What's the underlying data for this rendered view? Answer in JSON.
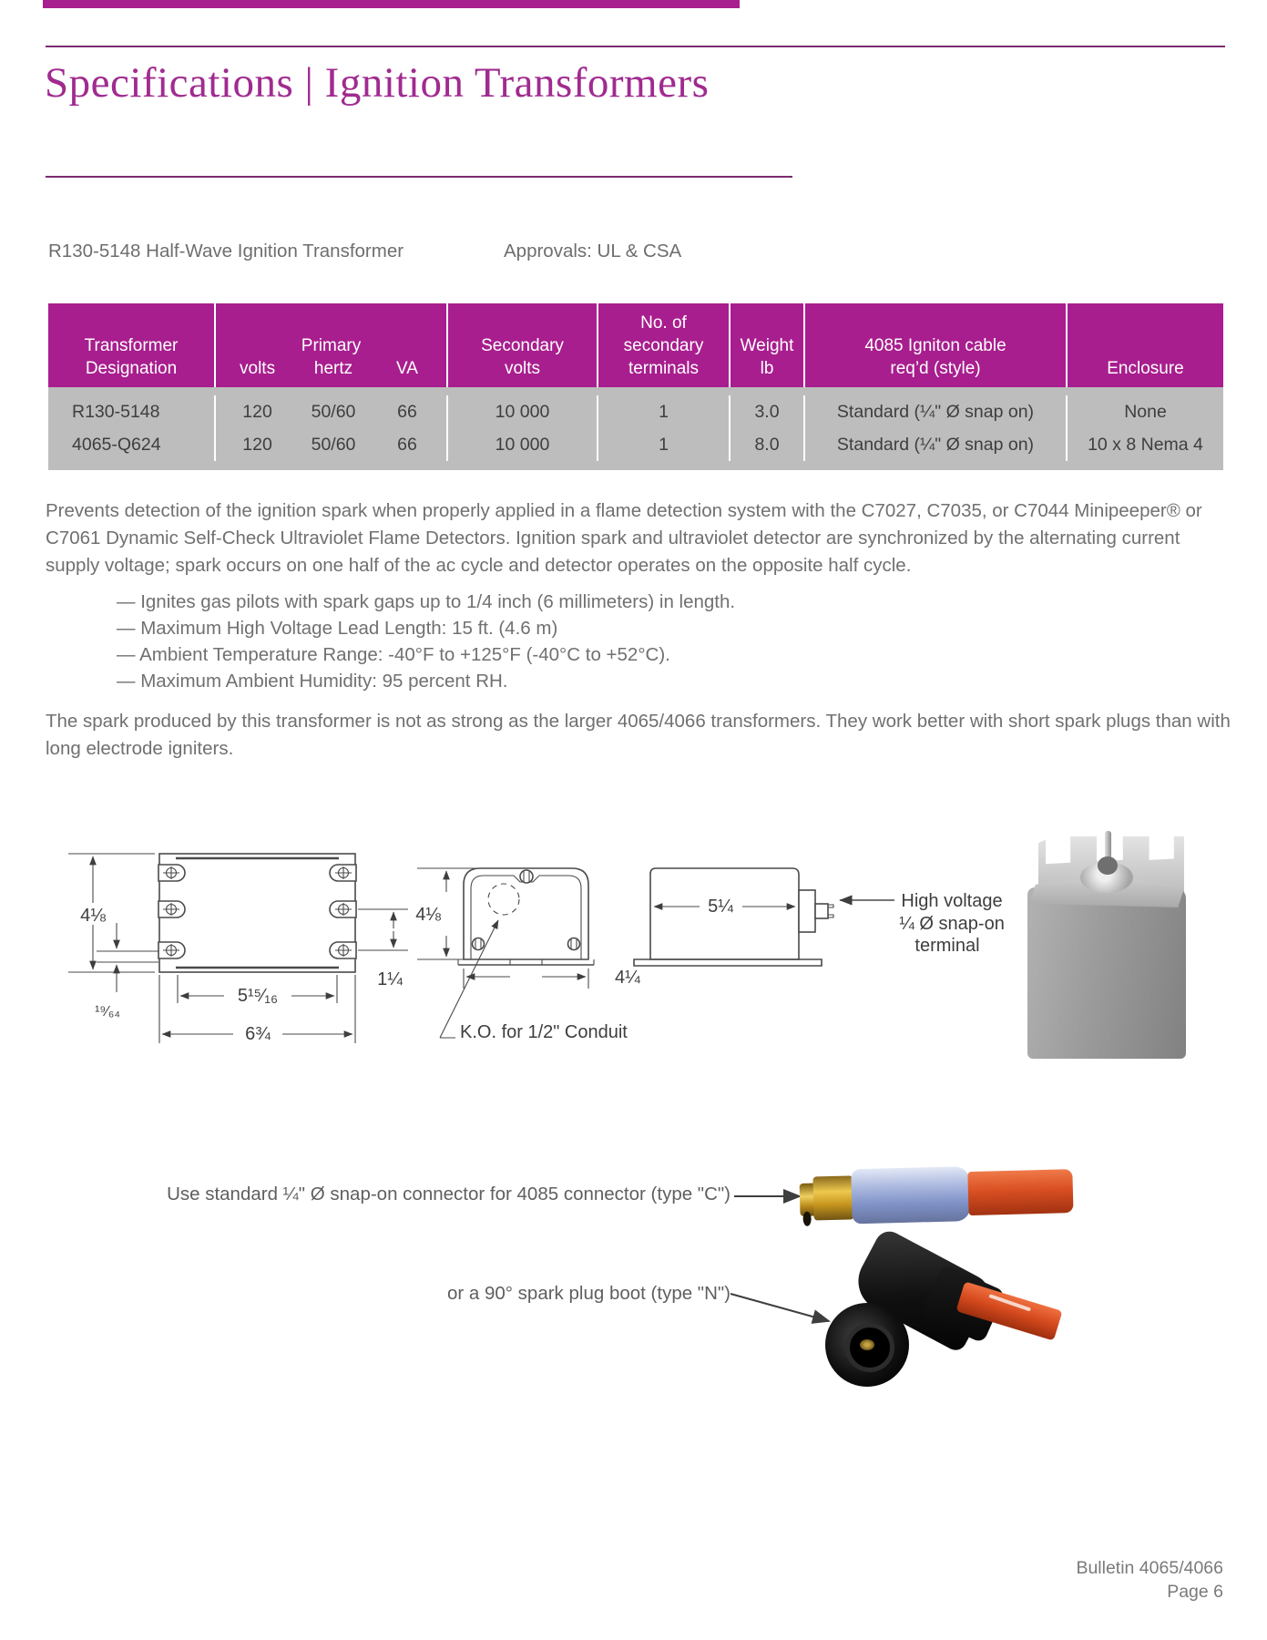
{
  "page": {
    "title": "Specifications | Ignition Transformers",
    "subtitle_left": "R130-5148 Half-Wave Ignition Transformer",
    "subtitle_right": "Approvals: UL & CSA",
    "footer_line1": "Bulletin 4065/4066",
    "footer_line2": "Page 6"
  },
  "colors": {
    "magenta_header": "#a81e8e",
    "title_magenta": "#a02b90",
    "rule_purple": "#7c2a6f",
    "table_row_gray": "#bdbdbd",
    "body_text_gray": "#707070",
    "cable_orange": "#d4491d",
    "sleeve_blue": "#8093c8"
  },
  "table": {
    "headers": {
      "designation": [
        "Transformer",
        "Designation"
      ],
      "primary_label": "Primary",
      "primary_subs": [
        "volts",
        "hertz",
        "VA"
      ],
      "secondary": [
        "Secondary",
        "volts"
      ],
      "terminals": [
        "No. of",
        "secondary",
        "terminals"
      ],
      "weight": [
        "Weight",
        "lb"
      ],
      "cable": [
        "4085 Igniton cable",
        "req’d (style)"
      ],
      "enclosure": "Enclosure"
    },
    "rows": [
      {
        "designation": "R130-5148",
        "volts": "120",
        "hertz": "50/60",
        "va": "66",
        "secondary_volts": "10 000",
        "terminals": "1",
        "weight": "3.0",
        "cable": "Standard (¼\" Ø snap on)",
        "enclosure": "None"
      },
      {
        "designation": "4065-Q624",
        "volts": "120",
        "hertz": "50/60",
        "va": "66",
        "secondary_volts": "10 000",
        "terminals": "1",
        "weight": "8.0",
        "cable": "Standard (¼\" Ø snap on)",
        "enclosure": "10 x 8 Nema 4"
      }
    ]
  },
  "description": {
    "para1": "Prevents detection of the ignition spark when properly applied in a flame detection system with the C7027, C7035, or C7044 Minipeeper® or C7061 Dynamic Self-Check Ultraviolet Flame Detectors. Ignition spark and ultraviolet detector are synchronized by the alternating current supply voltage; spark occurs on one half of the ac cycle and detector operates on the opposite half cycle.",
    "bullets": [
      "— Ignites gas pilots with spark gaps up to 1/4 inch (6 millimeters) in length.",
      "— Maximum High Voltage Lead Length: 15 ft. (4.6 m)",
      "— Ambient Temperature Range: -40°F to +125°F (-40°C to +52°C).",
      "— Maximum Ambient Humidity: 95 percent RH."
    ],
    "para2": "The spark produced by this transformer is not as strong as the larger 4065/4066 transformers. They work better with short spark plugs than with long electrode igniters."
  },
  "diagram": {
    "dims": {
      "front_height": "4⅛",
      "slot_offset": "¹⁹⁄₆₄",
      "slot_span": "5¹⁵⁄₁₆",
      "overall_width": "6¾",
      "slot_pitch": "1¼",
      "end_height": "4⅛",
      "end_width": "4¼",
      "side_width": "5¼"
    },
    "ko_label": "K.O. for 1/2\" Conduit",
    "hv_label": [
      "High voltage",
      "¼ Ø snap-on",
      "terminal"
    ]
  },
  "captions": {
    "snap_on": "Use standard ¼\" Ø snap-on connector for 4085 connector (type \"C\")",
    "boot": "or a 90° spark plug boot (type \"N\")"
  }
}
